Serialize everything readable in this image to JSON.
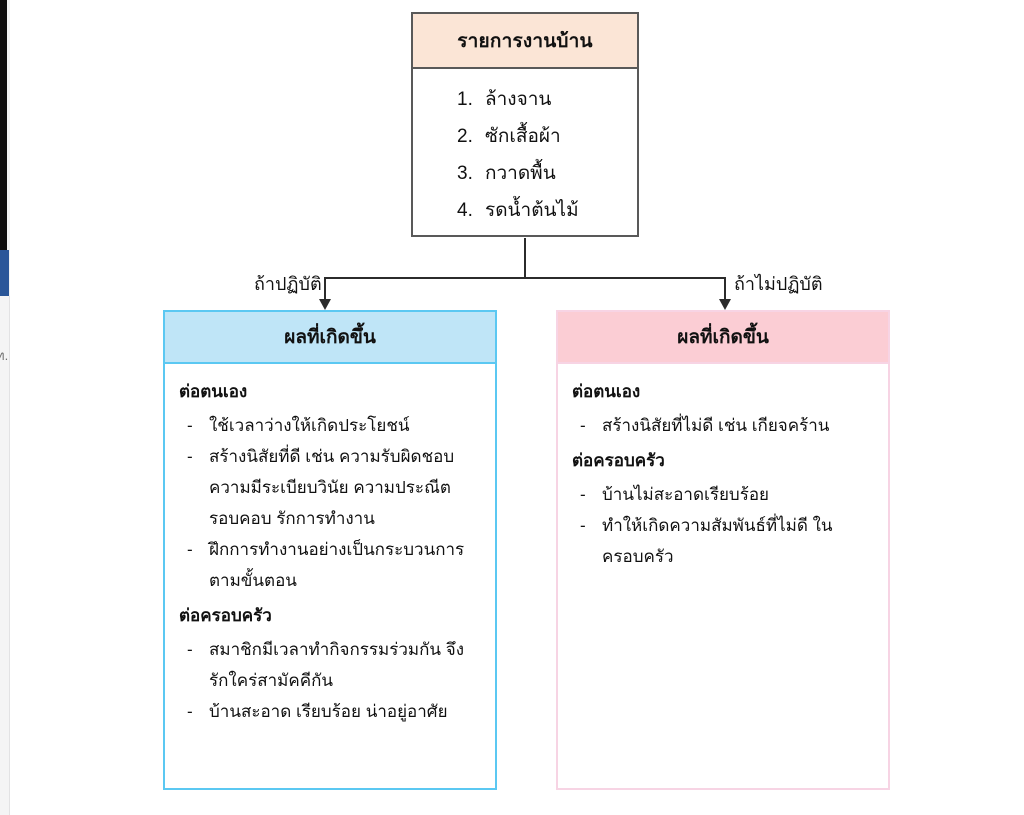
{
  "diagram": {
    "tasks_node": {
      "title": "รายการงานบ้าน",
      "items": [
        {
          "num": "1.",
          "text": "ล้างจาน"
        },
        {
          "num": "2.",
          "text": "ซักเสื้อผ้า"
        },
        {
          "num": "3.",
          "text": "กวาดพื้น"
        },
        {
          "num": "4.",
          "text": "รดน้ำต้นไม้"
        }
      ]
    },
    "edges": {
      "left_label": "ถ้าปฏิบัติ",
      "right_label": "ถ้าไม่ปฏิบัติ"
    },
    "positive_outcome": {
      "title": "ผลที่เกิดขึ้น",
      "header_color": "#bfe5f7",
      "border_color": "#5bc8f2",
      "groups": [
        {
          "heading": "ต่อตนเอง",
          "bullets": [
            "ใช้เวลาว่างให้เกิดประโยชน์",
            "สร้างนิสัยที่ดี เช่น ความรับผิดชอบ ความมีระเบียบวินัย ความประณีต รอบคอบ รักการทำงาน",
            "ฝึกการทำงานอย่างเป็นกระบวนการ ตามขั้นตอน"
          ]
        },
        {
          "heading": "ต่อครอบครัว",
          "bullets": [
            "สมาชิกมีเวลาทำกิจกรรมร่วมกัน จึงรักใคร่สามัคคีกัน",
            "บ้านสะอาด เรียบร้อย น่าอยู่อาศัย"
          ]
        }
      ]
    },
    "negative_outcome": {
      "title": "ผลที่เกิดขึ้น",
      "header_color": "#fbcdd4",
      "border_color": "#f7d4e4",
      "groups": [
        {
          "heading": "ต่อตนเอง",
          "bullets": [
            "สร้างนิสัยที่ไม่ดี เช่น เกียจคร้าน"
          ]
        },
        {
          "heading": "ต่อครอบครัว",
          "bullets": [
            "บ้านไม่สะอาดเรียบร้อย",
            "ทำให้เกิดความสัมพันธ์ที่ไม่ดี ในครอบครัว"
          ]
        }
      ]
    }
  },
  "background": {
    "partial_glyph": "ท.",
    "partial_glyph_2": "|"
  }
}
